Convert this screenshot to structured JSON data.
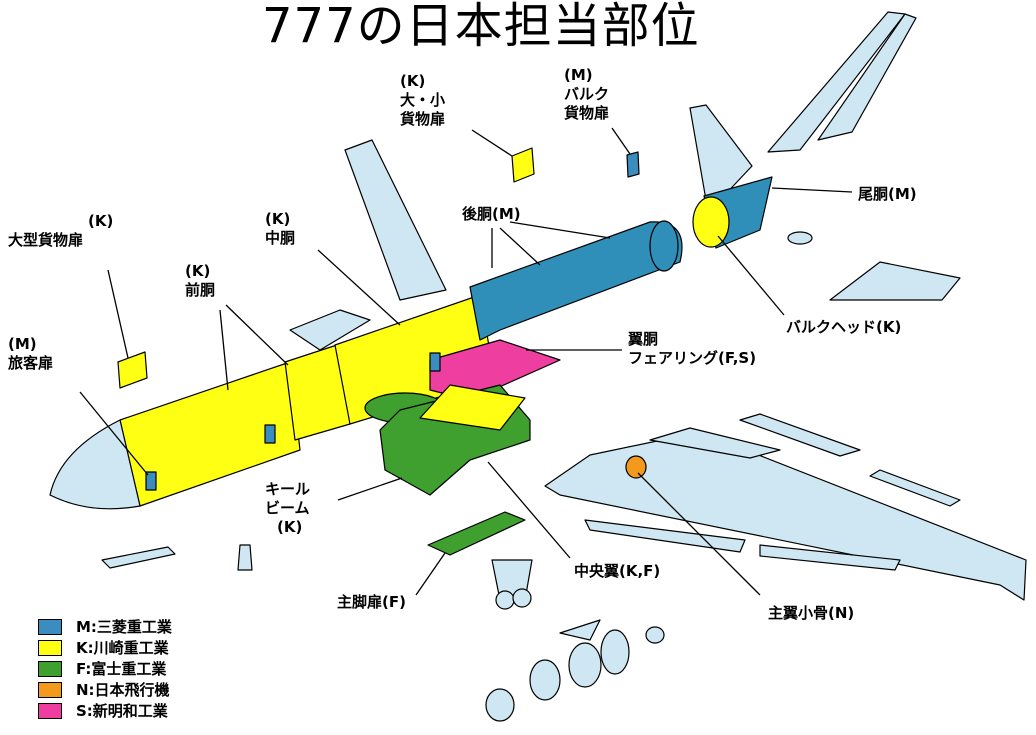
{
  "title": "777の日本担当部位",
  "colors": {
    "mitsubishi": "#3b8dbf",
    "kawasaki": "#ffff14",
    "fuji": "#3f9f2f",
    "nippi": "#f39a1c",
    "shinmaywa": "#ee3ea0",
    "skin": "#cfe7f3",
    "outline": "#000000"
  },
  "labels": {
    "cargo_door_small_code": "(K)",
    "cargo_door_small_line1": "大・小",
    "cargo_door_small_line2": "貨物扉",
    "bulk_cargo_door_code": "(M)",
    "bulk_cargo_door_line1": "バルク",
    "bulk_cargo_door_line2": "貨物扉",
    "large_cargo_door_code": "(K)",
    "large_cargo_door_name": "大型貨物扉",
    "mid_fuselage_code": "(K)",
    "mid_fuselage_name": "中胴",
    "aft_fuselage": "後胴(M)",
    "tail_fuselage": "尾胴(M)",
    "forward_fuselage_code": "(K)",
    "forward_fuselage_name": "前胴",
    "passenger_door_code": "(M)",
    "passenger_door_name": "旅客扉",
    "wing_fairing_line1": "翼胴",
    "wing_fairing_line2": "フェアリング(F,S)",
    "bulkhead": "バルクヘッド(K)",
    "keel_beam_line1": "キール",
    "keel_beam_line2": "ビーム",
    "keel_beam_code": "(K)",
    "center_wing": "中央翼(K,F)",
    "main_gear_door": "主脚扉(F)",
    "wing_rib": "主翼小骨(N)"
  },
  "legend": [
    {
      "code": "M",
      "text": "M:三菱重工業",
      "color": "#3b8dbf"
    },
    {
      "code": "K",
      "text": "K:川崎重工業",
      "color": "#ffff14"
    },
    {
      "code": "F",
      "text": "F:富士重工業",
      "color": "#3f9f2f"
    },
    {
      "code": "N",
      "text": "N:日本飛行機",
      "color": "#f39a1c"
    },
    {
      "code": "S",
      "text": "S:新明和工業",
      "color": "#ee3ea0"
    }
  ]
}
